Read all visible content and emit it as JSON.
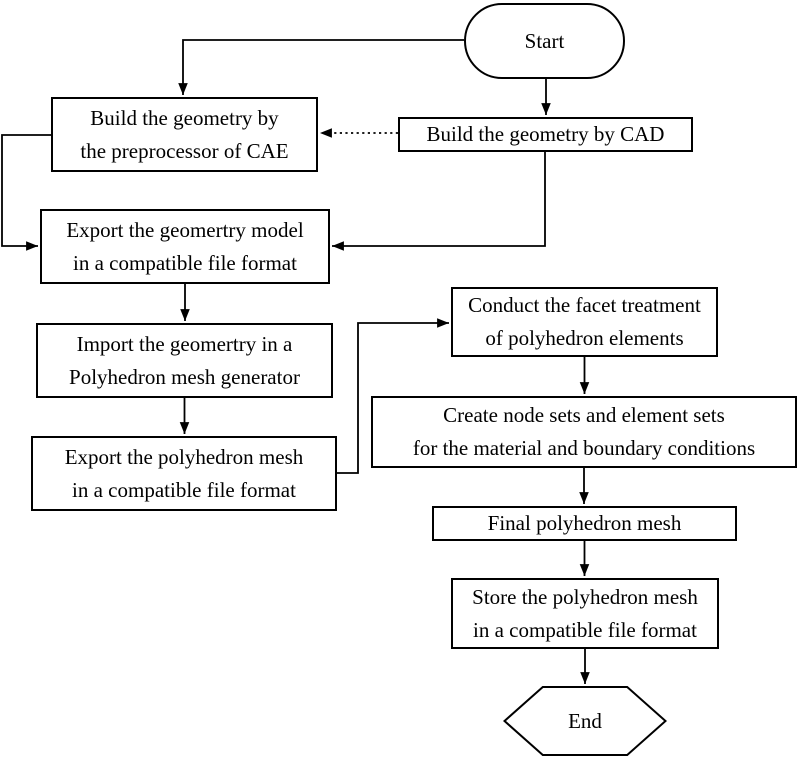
{
  "diagram": {
    "colors": {
      "line": "#000000",
      "background": "#ffffff",
      "text": "#000000"
    },
    "nodes": {
      "start": {
        "shape": "stadium",
        "label": "Start"
      },
      "build_cad": {
        "shape": "rect",
        "label": "Build the geometry by CAD"
      },
      "build_cae": {
        "shape": "rect",
        "label": "Build the geometry by\nthe preprocessor of CAE"
      },
      "export_geometry": {
        "shape": "rect",
        "label": "Export the geomertry model\nin a compatible file format"
      },
      "import_geometry": {
        "shape": "rect",
        "label": "Import the geomertry in a\nPolyhedron mesh generator"
      },
      "export_polyhedron": {
        "shape": "rect",
        "label": "Export the polyhedron mesh\nin a compatible file format"
      },
      "facet_treatment": {
        "shape": "rect",
        "label": "Conduct the facet treatment\nof polyhedron elements"
      },
      "node_element_sets": {
        "shape": "rect",
        "label": "Create node sets and element sets\nfor the material and boundary conditions"
      },
      "final_mesh": {
        "shape": "rect",
        "label": "Final polyhedron mesh"
      },
      "store_mesh": {
        "shape": "rect",
        "label": "Store the polyhedron mesh\nin a compatible file format"
      },
      "end": {
        "shape": "hexagon",
        "label": "End"
      }
    },
    "edges": [
      {
        "from": "start",
        "to": "build_cad",
        "style": "solid"
      },
      {
        "from": "start",
        "to": "build_cae",
        "style": "solid"
      },
      {
        "from": "build_cad",
        "to": "build_cae",
        "style": "dotted"
      },
      {
        "from": "build_cae",
        "to": "export_geometry",
        "style": "solid"
      },
      {
        "from": "build_cad",
        "to": "export_geometry",
        "style": "solid"
      },
      {
        "from": "export_geometry",
        "to": "import_geometry",
        "style": "solid"
      },
      {
        "from": "import_geometry",
        "to": "export_polyhedron",
        "style": "solid"
      },
      {
        "from": "export_polyhedron",
        "to": "facet_treatment",
        "style": "solid"
      },
      {
        "from": "facet_treatment",
        "to": "node_element_sets",
        "style": "solid"
      },
      {
        "from": "node_element_sets",
        "to": "final_mesh",
        "style": "solid"
      },
      {
        "from": "final_mesh",
        "to": "store_mesh",
        "style": "solid"
      },
      {
        "from": "store_mesh",
        "to": "end",
        "style": "solid"
      }
    ]
  }
}
